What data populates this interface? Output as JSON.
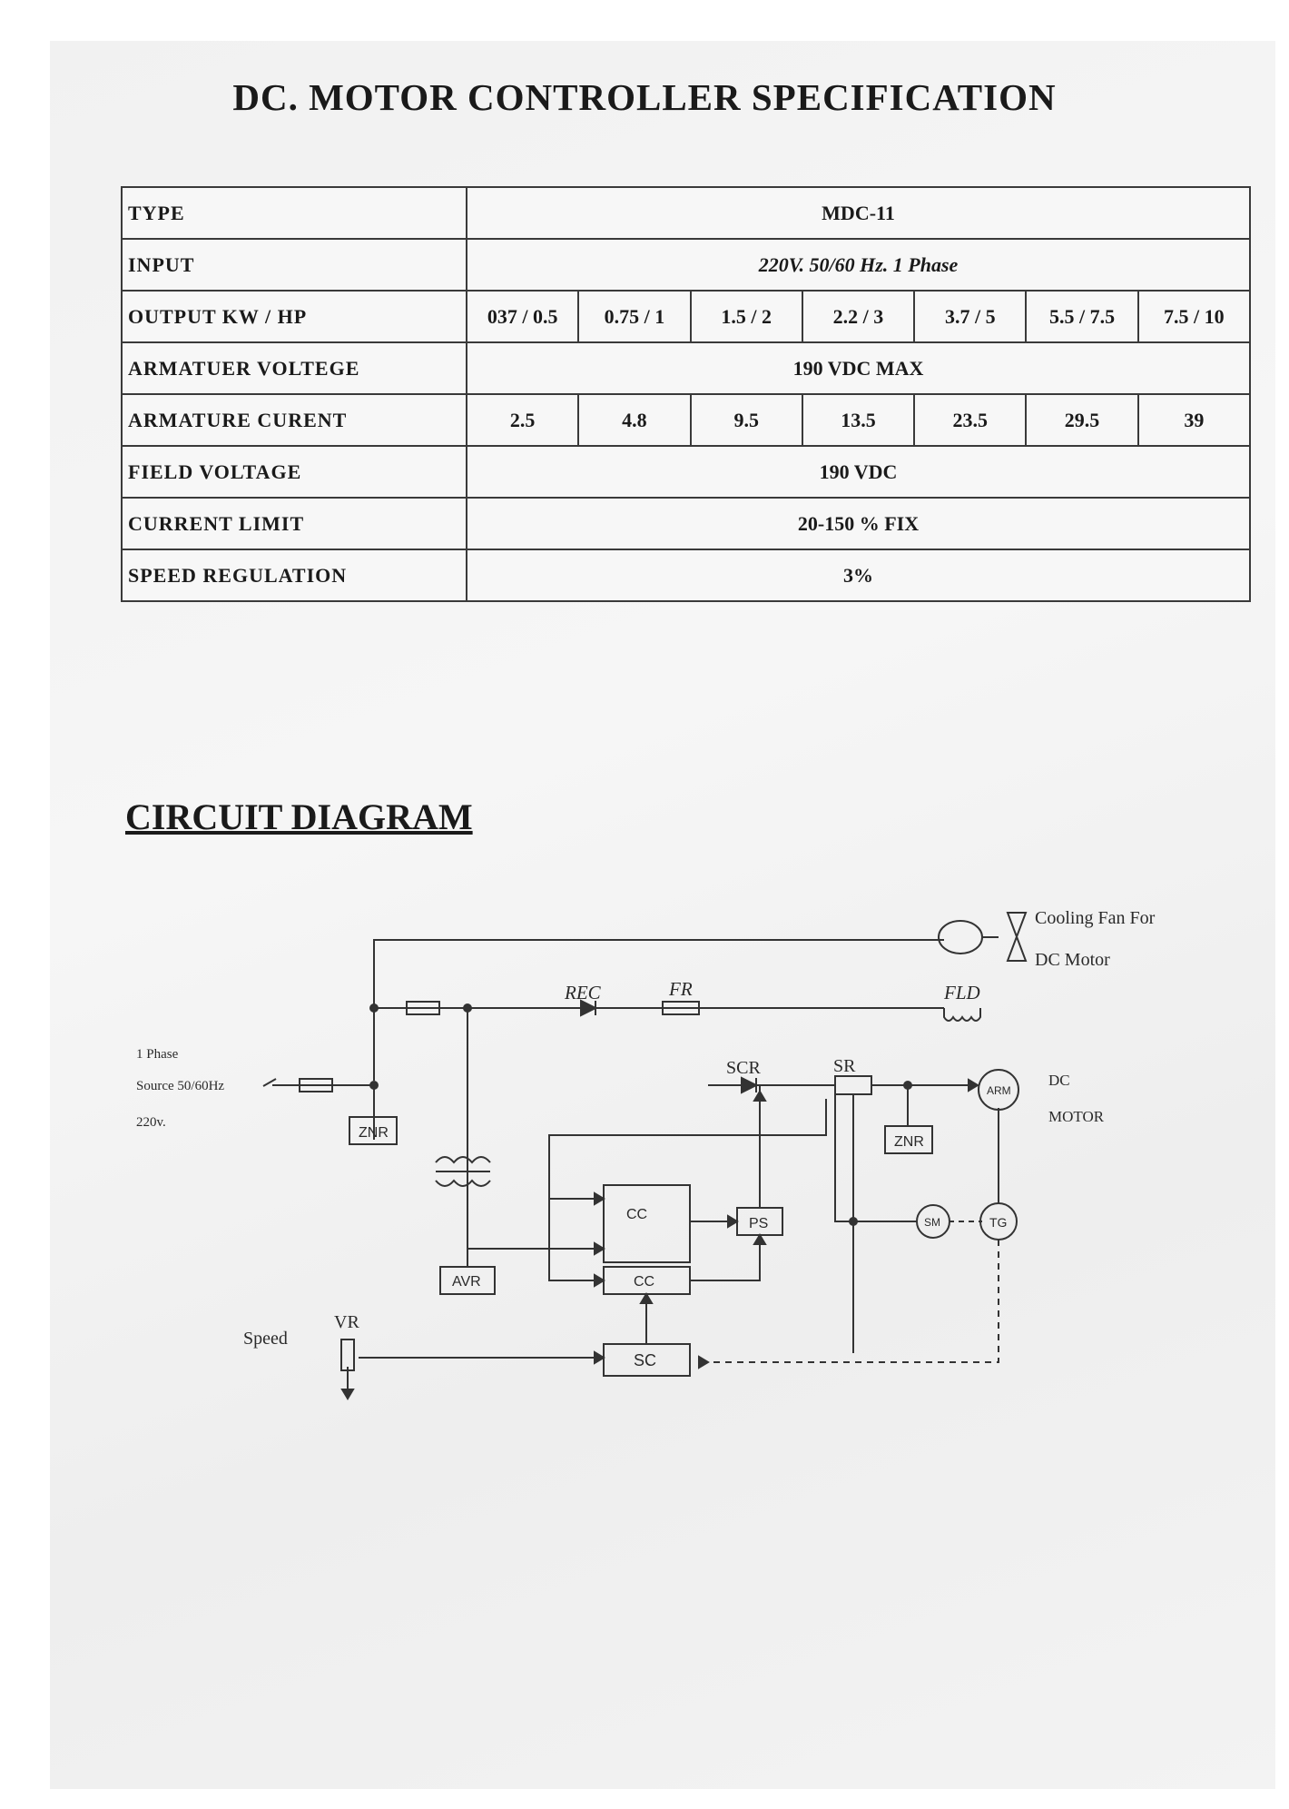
{
  "title": "DC. MOTOR CONTROLLER SPECIFICATION",
  "spec": {
    "type": {
      "label": "TYPE",
      "value": "MDC-11"
    },
    "input": {
      "label": "INPUT",
      "value": "220V. 50/60 Hz. 1 Phase"
    },
    "output": {
      "label": "OUTPUT KW / HP",
      "values": [
        "037 / 0.5",
        "0.75 / 1",
        "1.5 / 2",
        "2.2 / 3",
        "3.7 / 5",
        "5.5 / 7.5",
        "7.5 / 10"
      ]
    },
    "armature_voltage": {
      "label": "ARMATUER VOLTEGE",
      "value": "190 VDC MAX"
    },
    "armature_current": {
      "label": "ARMATURE CURENT",
      "values": [
        "2.5",
        "4.8",
        "9.5",
        "13.5",
        "23.5",
        "29.5",
        "39"
      ]
    },
    "field_voltage": {
      "label": "FIELD VOLTAGE",
      "value": "190 VDC"
    },
    "current_limit": {
      "label": "CURRENT LIMIT",
      "value": "20-150 % FIX"
    },
    "speed_regulation": {
      "label": "SPEED REGULATION",
      "value": "3%"
    }
  },
  "circuit": {
    "title": "CIRCUIT DIAGRAM",
    "labels": {
      "cooling_fan_1": "Cooling Fan For",
      "cooling_fan_2": "DC Motor",
      "rec": "REC",
      "fr": "FR",
      "fld": "FLD",
      "source_1": "1 Phase",
      "source_2": "Source 50/60Hz",
      "source_3": "220v.",
      "scr": "SCR",
      "sr": "SR",
      "dc_motor_1": "DC",
      "dc_motor_2": "MOTOR",
      "znr_left": "ZNR",
      "znr_right": "ZNR",
      "arm": "ARM",
      "cc_upper": "CC",
      "cc_lower": "CC",
      "ps": "PS",
      "avr": "AVR",
      "sm": "SM",
      "tg": "TG",
      "sc": "SC",
      "vr": "VR",
      "speed": "Speed"
    }
  }
}
